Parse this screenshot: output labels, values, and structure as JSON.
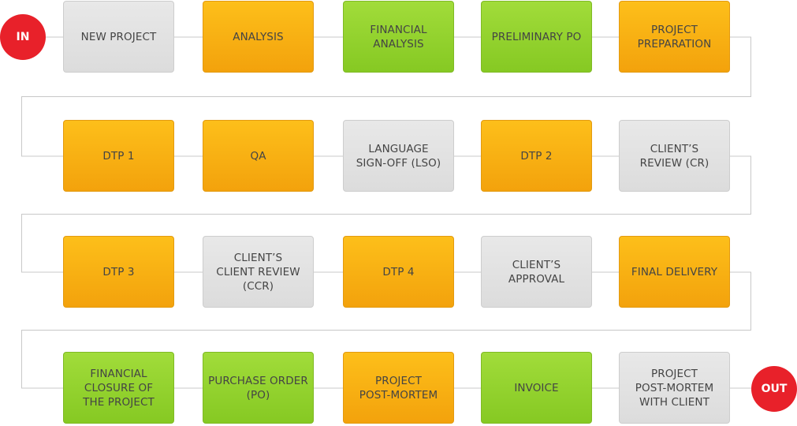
{
  "terminals": {
    "in": "IN",
    "out": "OUT"
  },
  "colors": {
    "orange": "#f7ab12",
    "green": "#92d22e",
    "gray": "#e1e1e1",
    "terminal": "#e8212a",
    "connector": "#c8c8c8",
    "text": "#444444"
  },
  "rows": [
    {
      "steps": [
        {
          "label": "NEW PROJECT",
          "color": "gray"
        },
        {
          "label": "ANALYSIS",
          "color": "orange"
        },
        {
          "label": "FINANCIAL\nANALYSIS",
          "color": "green"
        },
        {
          "label": "PRELIMINARY PO",
          "color": "green"
        },
        {
          "label": "PROJECT\nPREPARATION",
          "color": "orange"
        }
      ]
    },
    {
      "steps": [
        {
          "label": "DTP 1",
          "color": "orange"
        },
        {
          "label": "QA",
          "color": "orange"
        },
        {
          "label": "LANGUAGE\nSIGN-OFF (LSO)",
          "color": "gray"
        },
        {
          "label": "DTP 2",
          "color": "orange"
        },
        {
          "label": "CLIENT’S\nREVIEW (CR)",
          "color": "gray"
        }
      ]
    },
    {
      "steps": [
        {
          "label": "DTP 3",
          "color": "orange"
        },
        {
          "label": "CLIENT’S\nCLIENT REVIEW\n(CCR)",
          "color": "gray"
        },
        {
          "label": "DTP 4",
          "color": "orange"
        },
        {
          "label": "CLIENT’S\nAPPROVAL",
          "color": "gray"
        },
        {
          "label": "FINAL DELIVERY",
          "color": "orange"
        }
      ]
    },
    {
      "steps": [
        {
          "label": "FINANCIAL\nCLOSURE OF\nTHE PROJECT",
          "color": "green"
        },
        {
          "label": "PURCHASE ORDER\n(PO)",
          "color": "green"
        },
        {
          "label": "PROJECT\nPOST-MORTEM",
          "color": "orange"
        },
        {
          "label": "INVOICE",
          "color": "green"
        },
        {
          "label": "PROJECT\nPOST-MORTEM\nWITH CLIENT",
          "color": "gray"
        }
      ]
    }
  ]
}
